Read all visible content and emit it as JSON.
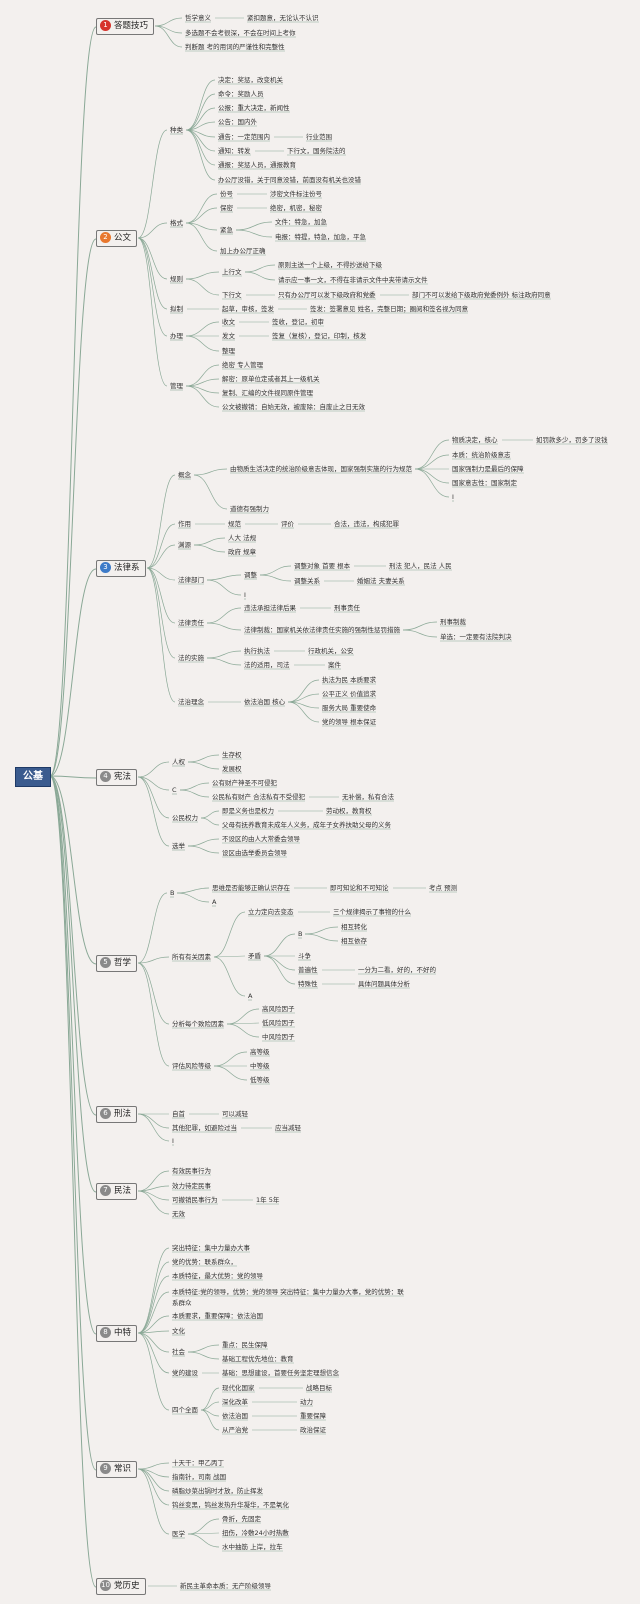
{
  "root": "公基",
  "colors": {
    "red": "#d6332c",
    "orange": "#e8772e",
    "blue": "#3d7bc8",
    "gray": "#8a8a8a",
    "link": "#8aa896"
  },
  "categories": [
    {
      "num": "1",
      "label": "答题技巧",
      "color": "#d6332c"
    },
    {
      "num": "2",
      "label": "公文",
      "color": "#e8772e"
    },
    {
      "num": "3",
      "label": "法律系",
      "color": "#3d7bc8"
    },
    {
      "num": "4",
      "label": "宪法",
      "color": "#8a8a8a"
    },
    {
      "num": "5",
      "label": "哲学",
      "color": "#8a8a8a"
    },
    {
      "num": "6",
      "label": "刑法",
      "color": "#8a8a8a"
    },
    {
      "num": "7",
      "label": "民法",
      "color": "#8a8a8a"
    },
    {
      "num": "8",
      "label": "中特",
      "color": "#8a8a8a"
    },
    {
      "num": "9",
      "label": "常识",
      "color": "#8a8a8a"
    },
    {
      "num": "10",
      "label": "党历史",
      "color": "#8a8a8a"
    }
  ],
  "nodes": {
    "c1a": "哲学意义",
    "c1a1": "紧扣题意，无论认不认识",
    "c1b": "多选题不会考很深，不会在时间上考你",
    "c1c": "判断题 考的用词的严谨性和完整性",
    "c2a": "种类",
    "c2a1": "决定：奖惩，改变机关",
    "c2a2": "命令：奖励人员",
    "c2a3": "公报：重大决定，新闻性",
    "c2a4": "公告：国内外",
    "c2a5": "通告：一定范围内",
    "c2a5a": "行业范围",
    "c2a6": "通知：转发",
    "c2a6a": "下行文，国务院法的",
    "c2a7": "通报：奖惩人员，通报教育",
    "c2a8": "办公厅没错，关于同意没错，前面没有机关也没错",
    "c2b": "格式",
    "c2b1": "份号",
    "c2b1a": "涉密文件标注份号",
    "c2b2": "保密",
    "c2b2a": "绝密，机密，秘密",
    "c2b3": "紧急",
    "c2b3a": "文件：特急，加急",
    "c2b3b": "电报：特提，特急，加急，平急",
    "c2b4": "加上办公厅正确",
    "c2c": "规则",
    "c2c1": "上行文",
    "c2c1a": "原则主送一个上级，不得抄送给下级",
    "c2c1b": "请示应一事一文，不得在非请示文件中夹带请示文件",
    "c2c2": "下行文",
    "c2c2a": "只有办公厅可以发下级政府和党委",
    "c2c2b": "部门不可以发给下级政府党委例外 标注政府同意",
    "c2d": "拟制",
    "c2d1": "起草，审核，签发",
    "c2d2": "签发：签署意见 姓名，完整日期；圈阅和签名视为同意",
    "c2e": "办理",
    "c2e1": "收文",
    "c2e1a": "签收，登记，初审",
    "c2e2": "发文",
    "c2e2a": "签复（复核），登记，印制，核发",
    "c2e3": "整理",
    "c2f": "管理",
    "c2f1": "绝密 专人管理",
    "c2f2": "解密：原单位定或者其上一级机关",
    "c2f3": "复制、汇编的文件视同原件管理",
    "c2f4": "公文被撤销：自始无效，被废除：自废止之日无效",
    "c3a": "概念",
    "c3a1": "由物质生活决定的统治阶级意志体现，国家强制实施的行为规范",
    "c3a1a": "物质决定，核心",
    "c3a1a1": "如罚款多少，罚多了没钱",
    "c3a1b": "本质：统治阶级意志",
    "c3a1c": "国家强制力是最后的保障",
    "c3a1d": "国家意志性：国家制定",
    "c3a1e": "I",
    "c3a2": "道德有强制力",
    "c3b": "作用",
    "c3b1": "规范",
    "c3b1a": "评价",
    "c3b1b": "合法，违法，构成犯罪",
    "c3c": "渊源",
    "c3c1": "人大 法规",
    "c3c2": "政府 规章",
    "c3d": "法律部门",
    "c3d1": "调整",
    "c3d1a": "调整对象 首要 根本",
    "c3d1a1": "刑法 犯人，民法 人民",
    "c3d1b": "调整关系",
    "c3d1b1": "婚姻法 夫妻关系",
    "c3d2": "I",
    "c3e": "法律责任",
    "c3e1": "违法承担法律后果",
    "c3e1a": "刑事责任",
    "c3e2": "法律制裁：国家机关依法律责任实施的强制性惩罚措施",
    "c3e2a": "刑事制裁",
    "c3e2b": "单选：一定要有法院判决",
    "c3f": "法的实施",
    "c3f1": "执行执法",
    "c3f1a": "行政机关，公安",
    "c3f2": "法的适用，司法",
    "c3f2a": "案件",
    "c3g": "法治理念",
    "c3g1": "依法治国 核心",
    "c3g1a": "执法为民 本质要求",
    "c3g1b": "公平正义 价值追求",
    "c3g1c": "服务大局 重要使命",
    "c3g1d": "党的领导 根本保证",
    "c4a": "人权",
    "c4a1": "生存权",
    "c4a2": "发展权",
    "c4b": "C",
    "c4b1": "公有财产神圣不可侵犯",
    "c4b2": "公民私有财产 合法私有不受侵犯",
    "c4b2a": "无补偿，私有合法",
    "c4c": "公民权力",
    "c4c1": "即是义务也是权力",
    "c4c1a": "劳动权，教育权",
    "c4c2": "父母有抚养教育未成年人义务，成年子女养扶助父母的义务",
    "c4d": "选举",
    "c4d1": "不设区的由人大常委会领导",
    "c4d2": "设区由选举委员会领导",
    "c5a": "B",
    "c5a1": "思维是否能够正确认识存在",
    "c5a1a": "即可知论和不可知论",
    "c5a1b": "考点 预测",
    "c5a2": "A",
    "c5b": "所有有关因素",
    "c5b1": "立力定向去变态",
    "c5b1a": "三个规律揭示了事物的什么",
    "c5b2": "矛盾",
    "c5b2a": "B",
    "c5b2a1": "相互转化",
    "c5b2a2": "相互依存",
    "c5b2b": "斗争",
    "c5b2c": "普遍性",
    "c5b2c1": "一分为二看，好的，不好的",
    "c5b2d": "特殊性",
    "c5b2d1": "具体问题具体分析",
    "c5b3": "A",
    "c5c": "分析每个致险因素",
    "c5c1": "高风险因子",
    "c5c2": "低风险因子",
    "c5c3": "中风险因子",
    "c5d": "评估风险等级",
    "c5d1": "高等级",
    "c5d2": "中等级",
    "c5d3": "低等级",
    "c6a": "自首",
    "c6a1": "可以减轻",
    "c6b": "其他犯罪，如避险过当",
    "c6b1": "应当减轻",
    "c6c": "I",
    "c7a": "有效民事行为",
    "c7b": "效力待定民事",
    "c7c": "可撤销民事行为",
    "c7c1": "1年 5年",
    "c7d": "无效",
    "c8a": "突出特征：集中力量办大事",
    "c8b": "党的优势：联系群众，",
    "c8c": "本质特征，最大优势：党的领导",
    "c8d": "本质特征:党的领导，优势：党的领导 突出特征：集中力量办大事，党的优势：联",
    "c8d2": "系群众",
    "c8e": "本质要求，重要保障：依法治国",
    "c8f": "文化",
    "c8g": "社会",
    "c8g1": "重点：民生保障",
    "c8g2": "基础工程优先地位：教育",
    "c8h": "党的建设",
    "c8h1": "基础：思想建设，首要任务坚定理想信念",
    "c8i": "四个全面",
    "c8i1": "现代化国家",
    "c8i1a": "战略目标",
    "c8i2": "深化改革",
    "c8i2a": "动力",
    "c8i3": "依法治国",
    "c8i3a": "重要保障",
    "c8i4": "从严治党",
    "c8i4a": "政治保证",
    "c9a": "十天干：甲乙丙丁",
    "c9b": "指南针，司南 战国",
    "c9c": "磷脂炒菜出锅时才放，防止挥发",
    "c9d": "钨丝变黑，钨丝发热升华凝华，不是氧化",
    "c9e": "医学",
    "c9e1": "骨折，先固定",
    "c9e2": "扭伤，冷敷24小时热敷",
    "c9e3": "水中抽筋 上岸，拉车",
    "c10a": "新民主革命本质：无产阶级领导"
  }
}
